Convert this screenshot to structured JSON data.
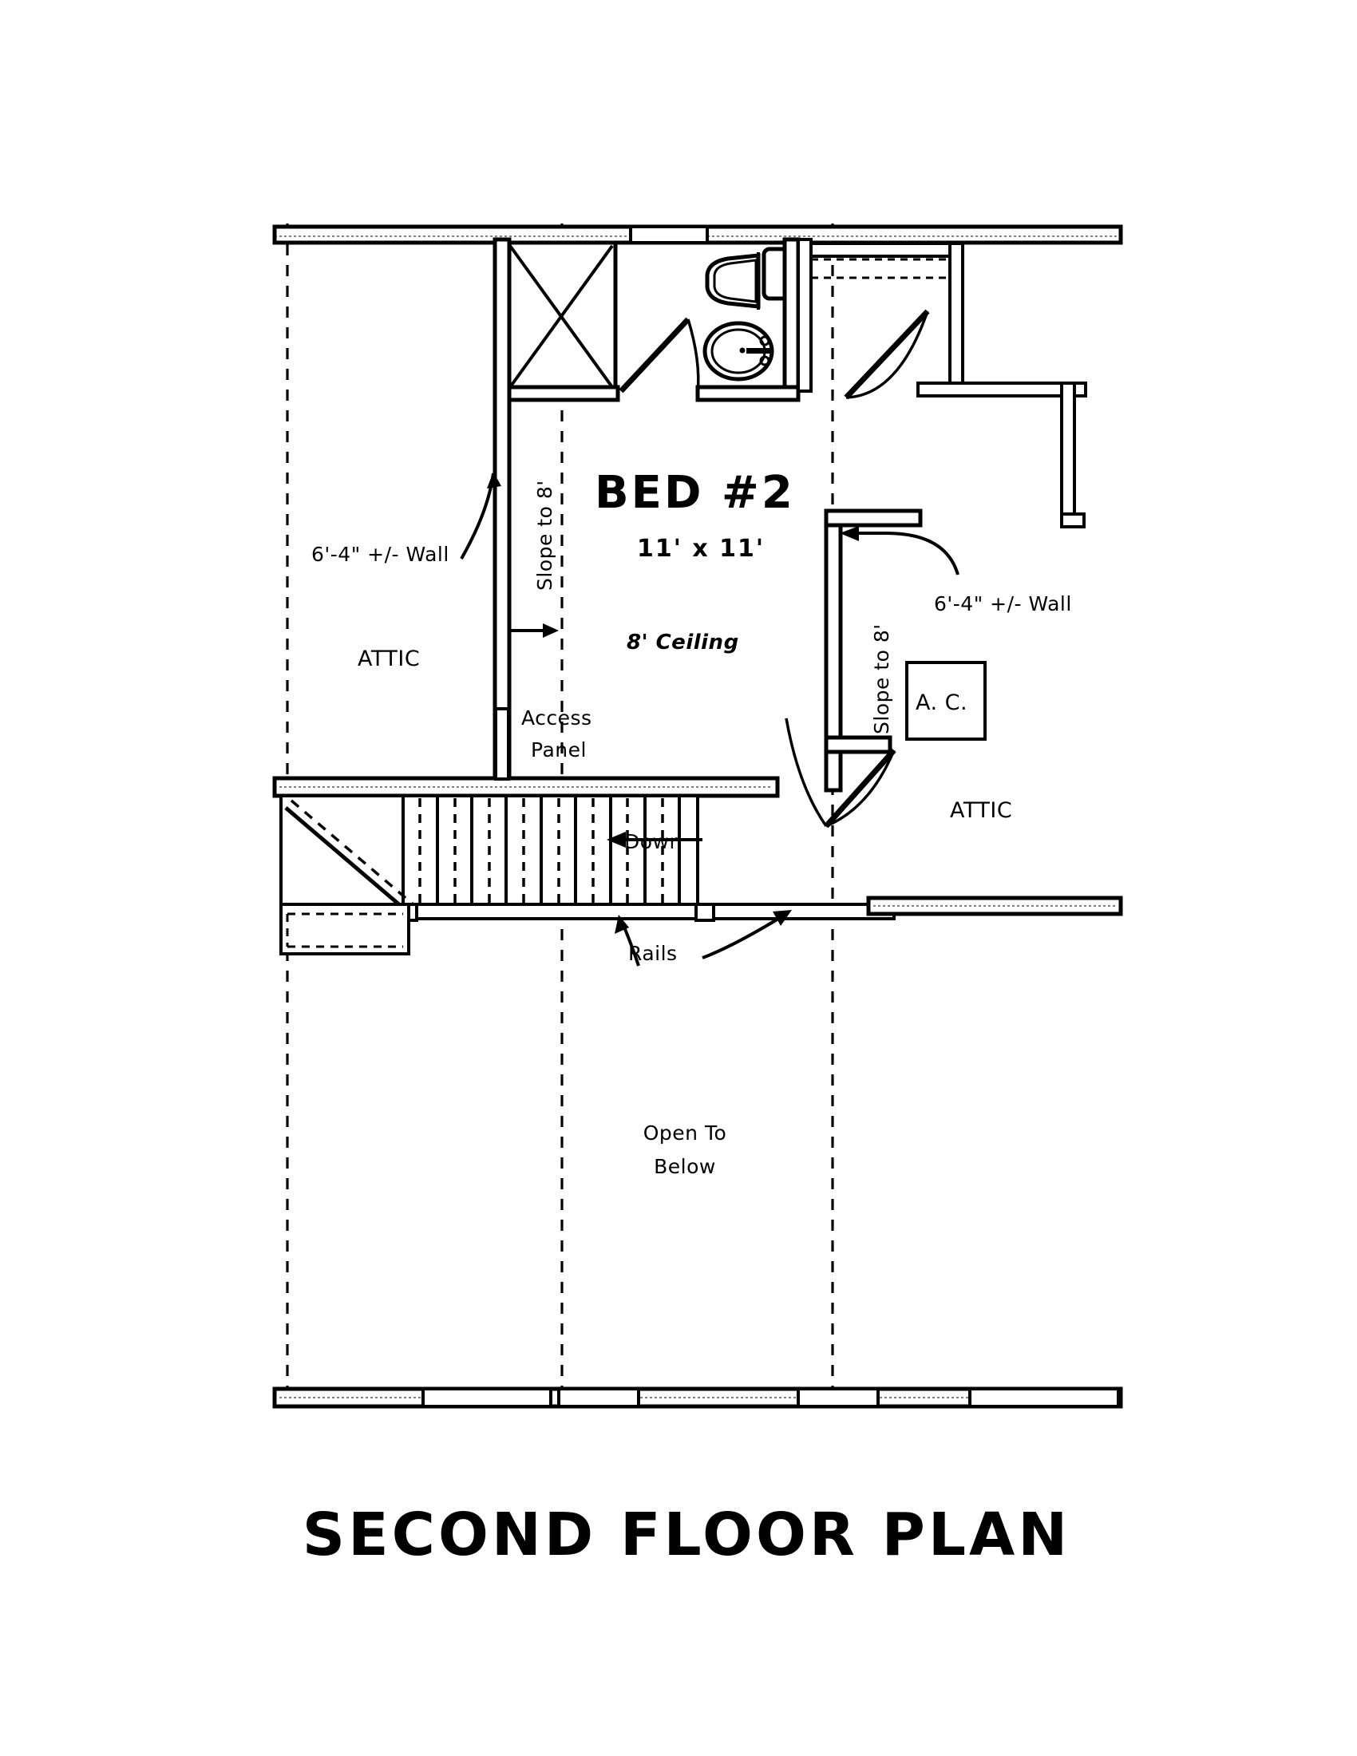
{
  "drawing": {
    "title": "SECOND FLOOR PLAN",
    "type": "architectural-floor-plan"
  },
  "rooms": {
    "bedroom": {
      "name": "BED #2",
      "dimensions": "11' x 11'",
      "ceiling_note": "8' Ceiling"
    },
    "attic_left": {
      "name": "ATTIC"
    },
    "attic_right": {
      "name": "ATTIC"
    },
    "ac_closet": {
      "name": "A. C."
    },
    "open_to_below": {
      "line1": "Open To",
      "line2": "Below"
    }
  },
  "annotations": {
    "wall_height_left": "6'-4\" +/- Wall",
    "wall_height_right": "6'-4\" +/- Wall",
    "slope_left": "Slope to 8'",
    "slope_right": "Slope to 8'",
    "access_panel_line1": "Access",
    "access_panel_line2": "Panel",
    "stair_direction": "Down",
    "rails": "Rails"
  },
  "fixtures": {
    "toilet": "toilet-fixture",
    "sink": "sink-fixture",
    "closet_shelf": "closet-x-symbol"
  },
  "colors": {
    "line": "#000000",
    "background": "#ffffff",
    "wall_fill": "#ffffff"
  }
}
